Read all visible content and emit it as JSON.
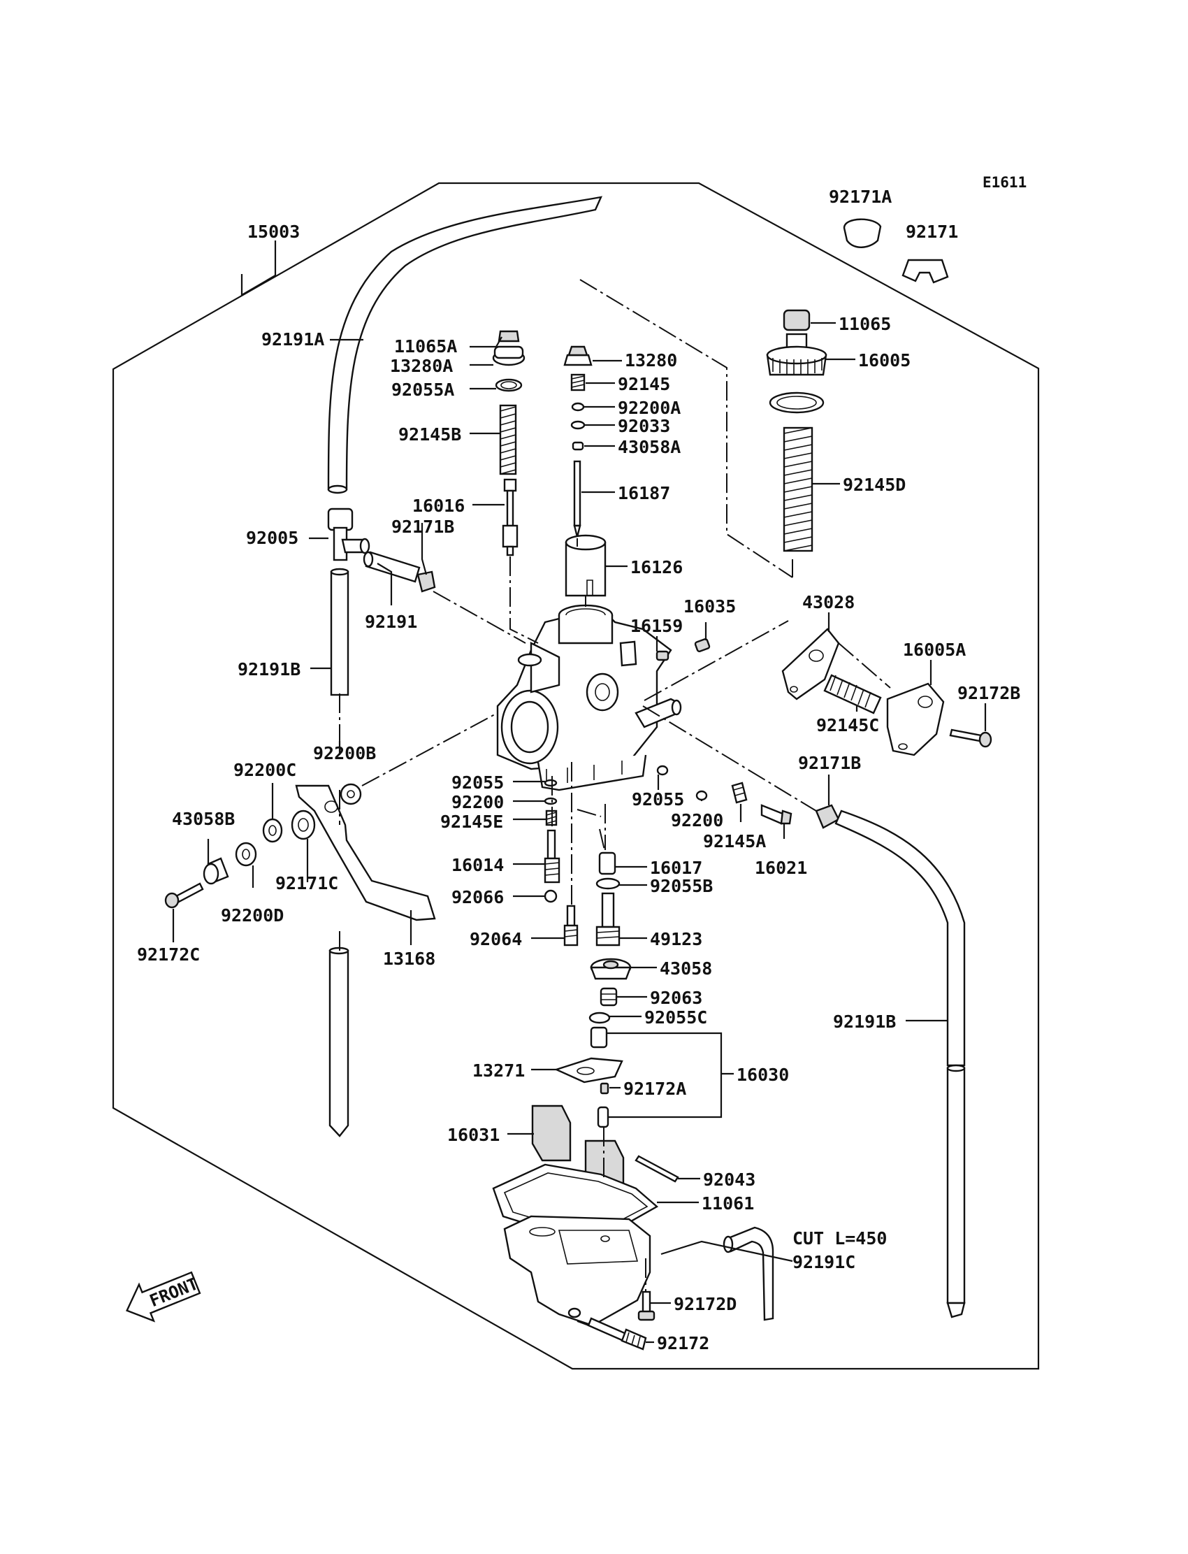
{
  "diagram_code": "E1611",
  "front_label": "FRONT",
  "cut_note": "CUT L=450",
  "parts": {
    "p15003": "15003",
    "p92171A": "92171A",
    "p92171": "92171",
    "p92191A": "92191A",
    "p11065A": "11065A",
    "p13280A": "13280A",
    "p92055A": "92055A",
    "p92145B": "92145B",
    "p16016": "16016",
    "p92171B": "92171B",
    "p92005": "92005",
    "p92191": "92191",
    "p92191B_left": "92191B",
    "p92200B": "92200B",
    "p92200C": "92200C",
    "p43058B": "43058B",
    "p92171C": "92171C",
    "p92200D": "92200D",
    "p92172C": "92172C",
    "p13168": "13168",
    "p13280": "13280",
    "p92145": "92145",
    "p92200A": "92200A",
    "p92033": "92033",
    "p43058A": "43058A",
    "p16187": "16187",
    "p16126": "16126",
    "p16159": "16159",
    "p16035": "16035",
    "p11065": "11065",
    "p16005": "16005",
    "p92145D": "92145D",
    "p43028": "43028",
    "p16005A": "16005A",
    "p92172B": "92172B",
    "p92145C": "92145C",
    "p92171B_right": "92171B",
    "p92055": "92055",
    "p92200": "92200",
    "p92145E": "92145E",
    "p92055_right": "92055",
    "p92200_right": "92200",
    "p92145A": "92145A",
    "p16021": "16021",
    "p16014": "16014",
    "p16017": "16017",
    "p92055B": "92055B",
    "p92066": "92066",
    "p92064": "92064",
    "p49123": "49123",
    "p43058": "43058",
    "p92063": "92063",
    "p92055C": "92055C",
    "p92191B_right": "92191B",
    "p13271": "13271",
    "p16030": "16030",
    "p92172A": "92172A",
    "p16031": "16031",
    "p92043": "92043",
    "p11061": "11061",
    "p92191C": "92191C",
    "p92172D": "92172D",
    "p92172": "92172"
  }
}
